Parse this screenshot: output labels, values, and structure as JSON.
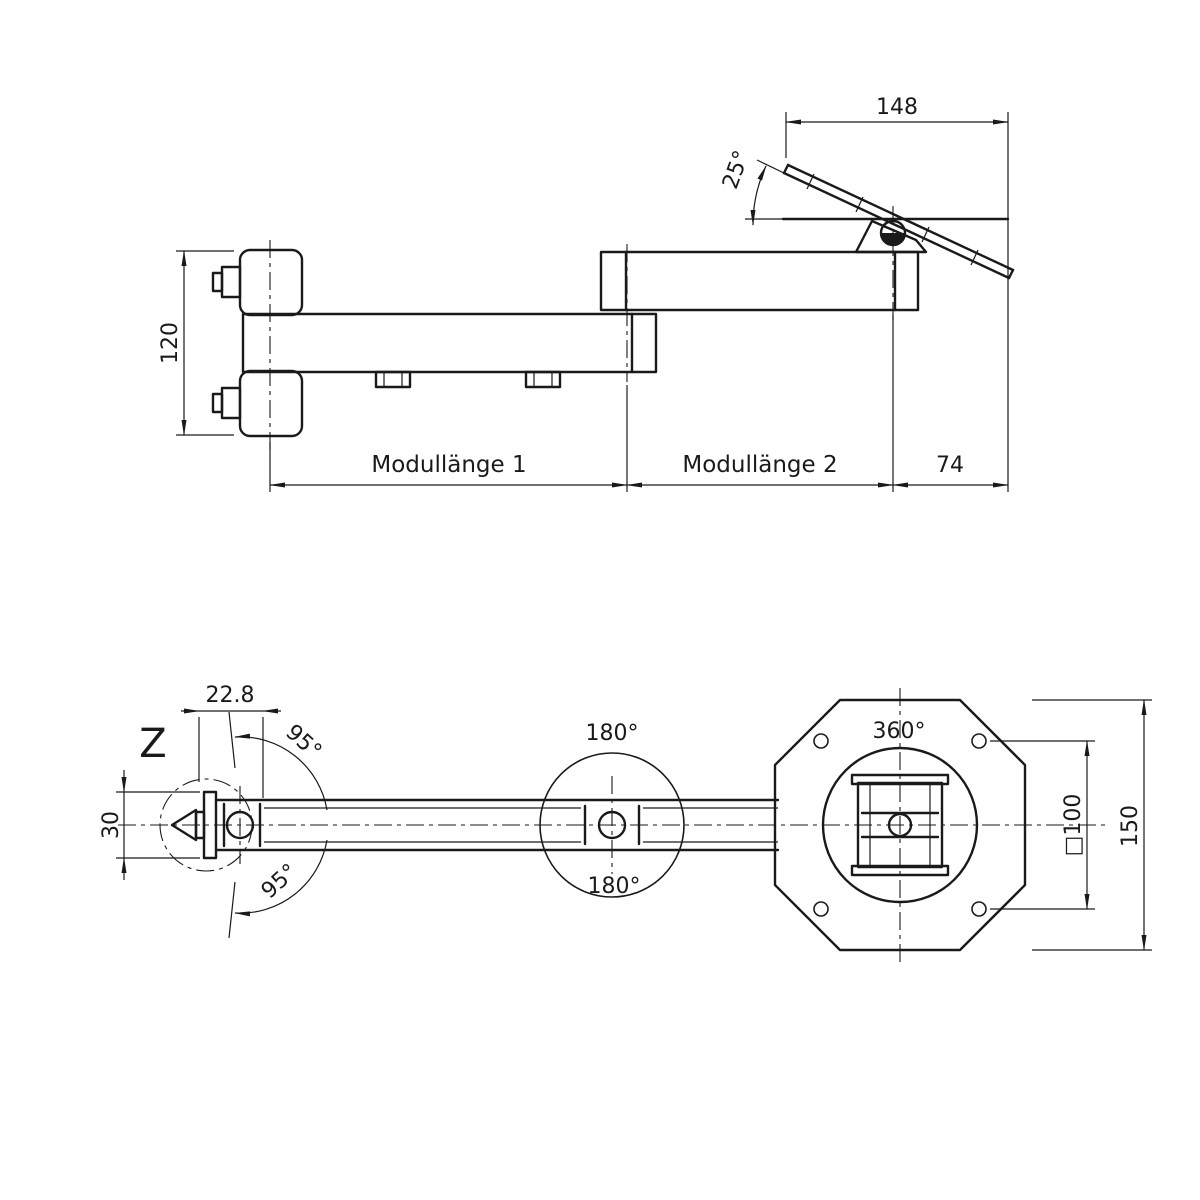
{
  "page": {
    "background": "#ffffff",
    "line_color": "#1a1a1a"
  },
  "side_view": {
    "dim_plate_length": "148",
    "tilt_angle": "25°",
    "dim_arm_height": "120",
    "module1_label": "Modullänge 1",
    "module2_label": "Modullänge 2",
    "dim_head_offset": "74"
  },
  "plan_view": {
    "detail_marker": "Z",
    "dim_wall_pivot_offset": "22.8",
    "swivel_up_angle": "95°",
    "swivel_down_angle": "95°",
    "dim_profile_depth": "30",
    "mid_joint_rotation_top": "180°",
    "mid_joint_rotation_bottom": "180°",
    "plate_rotation": "360°",
    "dim_vesa_square": "□100",
    "dim_plate_height": "150"
  }
}
